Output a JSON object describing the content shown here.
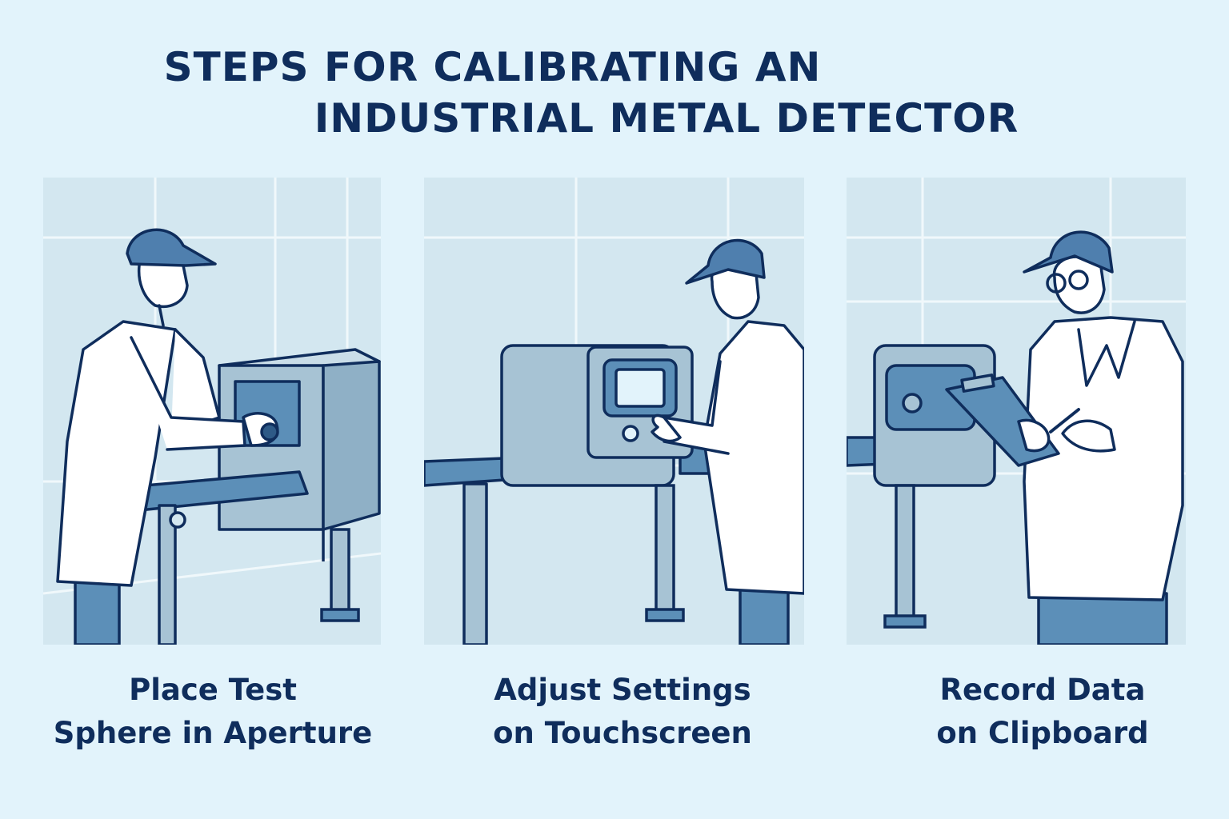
{
  "title": {
    "line1": "STEPS FOR CALIBRATING AN",
    "line2": "INDUSTRIAL METAL DETECTOR"
  },
  "steps": [
    {
      "line1": "Place Test",
      "line2": "Sphere in Aperture"
    },
    {
      "line1": "Adjust Settings",
      "line2": "on Touchscreen"
    },
    {
      "line1": "Record Data",
      "line2": "on Clipboard"
    }
  ],
  "colors": {
    "background": "#e2f3fb",
    "panel": "#d3e7f0",
    "ink": "#0f2d5c",
    "cap": "#4f7fae",
    "machine": "#a7c3d4",
    "belt": "#5c8fb8",
    "coat": "#ffffff"
  }
}
